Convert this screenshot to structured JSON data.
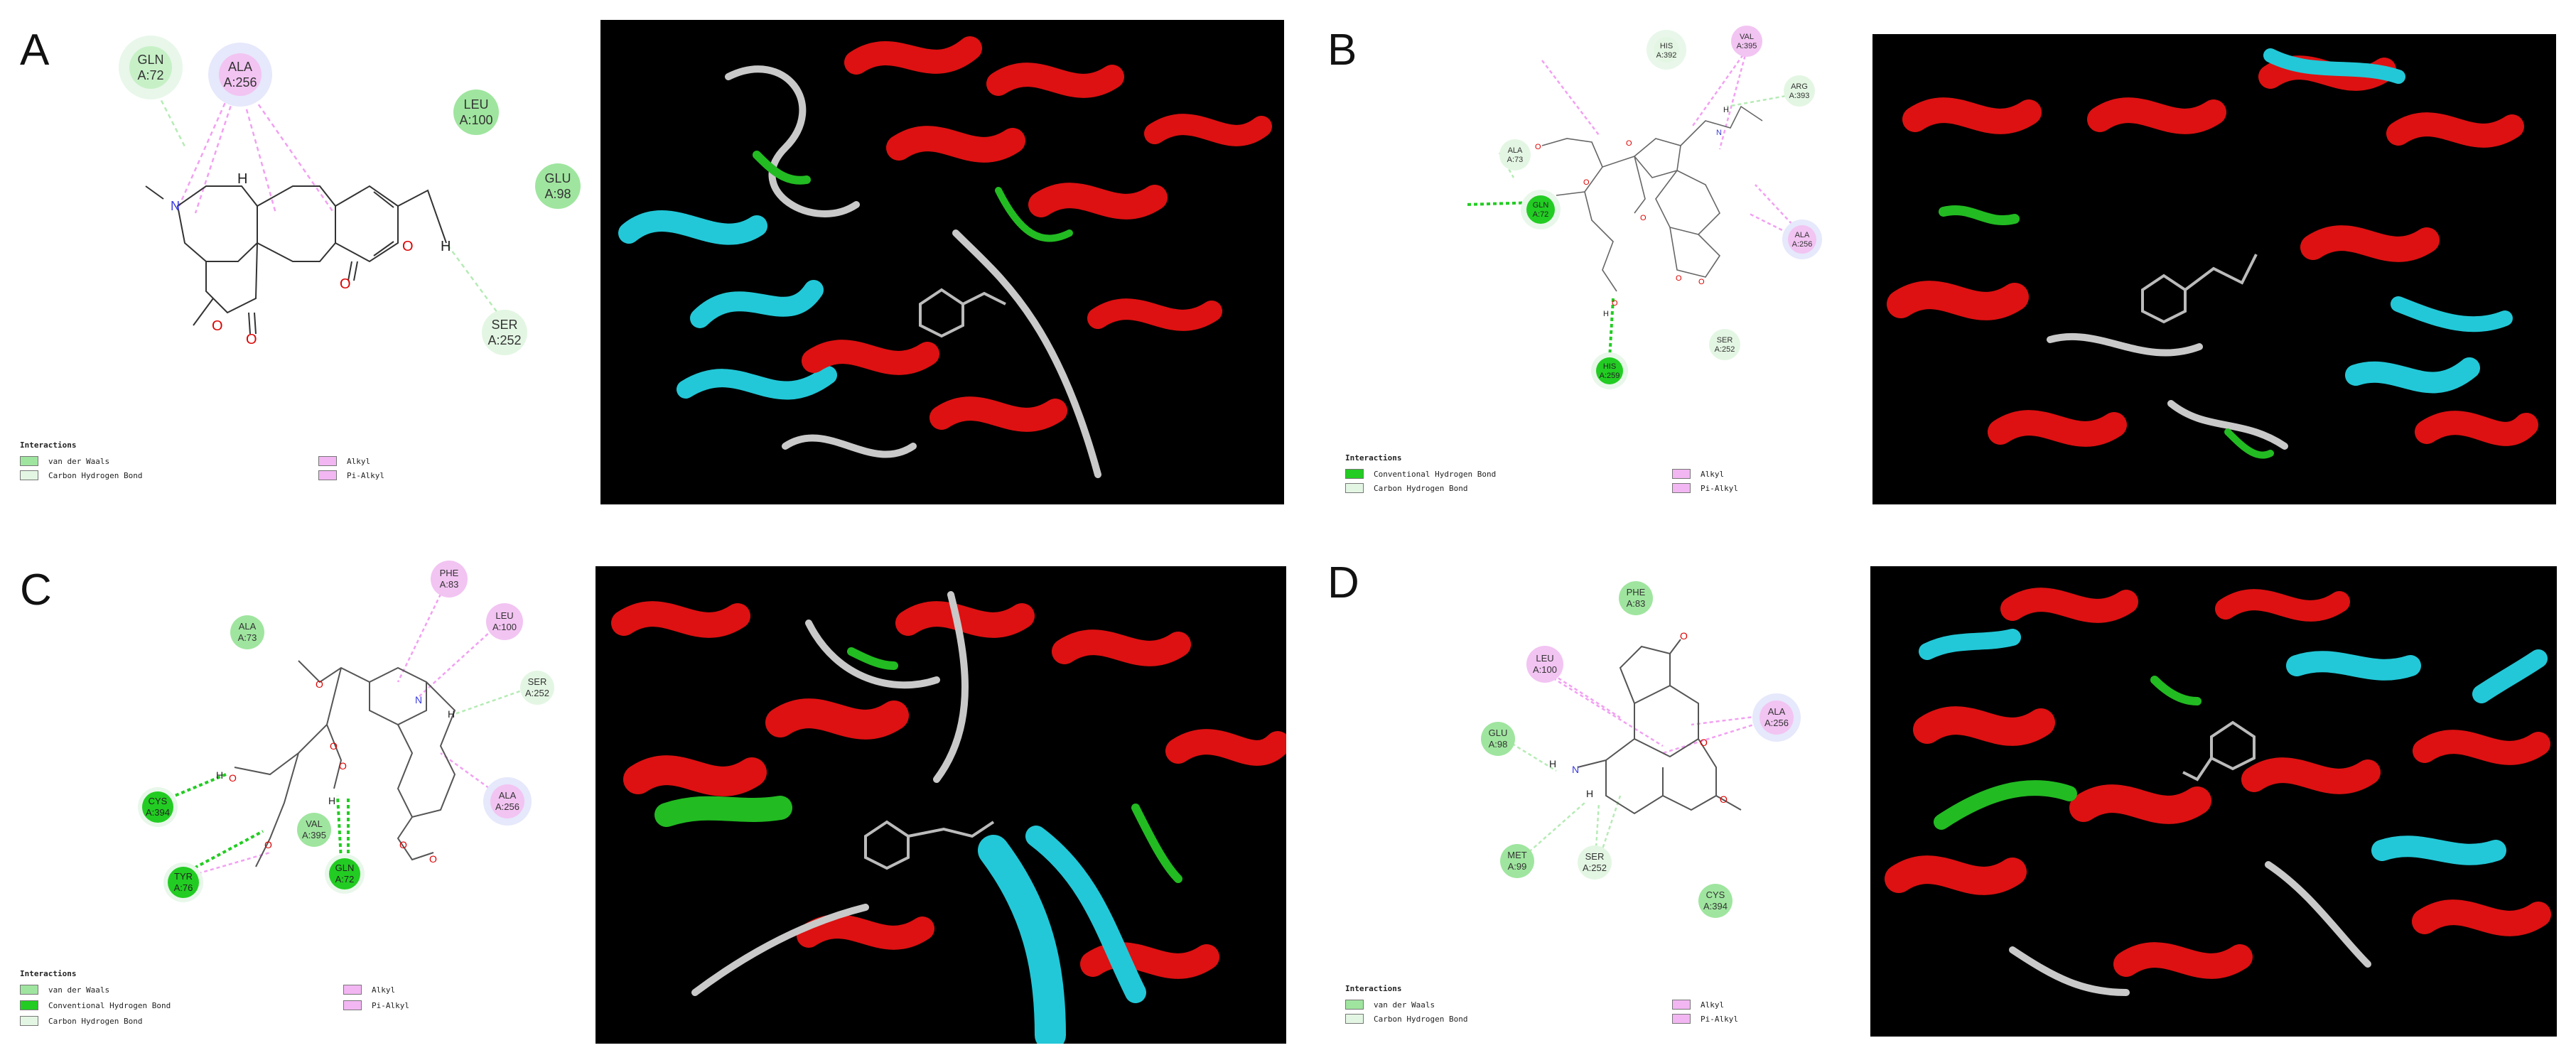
{
  "figure": {
    "panels": [
      {
        "letter": "A",
        "residues": [
          {
            "name": "GLN",
            "pos": "A:72",
            "type": "vdw"
          },
          {
            "name": "ALA",
            "pos": "A:256",
            "type": "alkyl"
          },
          {
            "name": "LEU",
            "pos": "A:100",
            "type": "vdw"
          },
          {
            "name": "GLU",
            "pos": "A:98",
            "type": "vdw"
          },
          {
            "name": "SER",
            "pos": "A:252",
            "type": "chb"
          }
        ],
        "atoms": [
          "N",
          "H",
          "O",
          "O",
          "O",
          "O",
          "H"
        ],
        "legend": {
          "title": "Interactions",
          "items": [
            {
              "label": "van der Waals",
              "color": "#9fe59f"
            },
            {
              "label": "Carbon Hydrogen Bond",
              "color": "#e3f6e3"
            },
            {
              "label": "Alkyl",
              "color": "#f2b6f2"
            },
            {
              "label": "Pi-Alkyl",
              "color": "#f2b6f2"
            }
          ]
        }
      },
      {
        "letter": "B",
        "residues": [
          {
            "name": "HIS",
            "pos": "A:392",
            "type": "chb"
          },
          {
            "name": "VAL",
            "pos": "A:395",
            "type": "alkyl"
          },
          {
            "name": "ARG",
            "pos": "A:393",
            "type": "chb"
          },
          {
            "name": "ALA",
            "pos": "A:73",
            "type": "chb"
          },
          {
            "name": "GLN",
            "pos": "A:72",
            "type": "hbond"
          },
          {
            "name": "ALA",
            "pos": "A:256",
            "type": "alkyl"
          },
          {
            "name": "SER",
            "pos": "A:252",
            "type": "chb"
          },
          {
            "name": "HIS",
            "pos": "A:259",
            "type": "hbond"
          }
        ],
        "atoms": [
          "O",
          "O",
          "O",
          "O",
          "O",
          "O",
          "O",
          "O",
          "N",
          "H",
          "H",
          "H"
        ],
        "legend": {
          "title": "Interactions",
          "items": [
            {
              "label": "Conventional Hydrogen Bond",
              "color": "#22cc22"
            },
            {
              "label": "Carbon Hydrogen Bond",
              "color": "#e3f6e3"
            },
            {
              "label": "Alkyl",
              "color": "#f2b6f2"
            },
            {
              "label": "Pi-Alkyl",
              "color": "#f2b6f2"
            }
          ]
        }
      },
      {
        "letter": "C",
        "residues": [
          {
            "name": "ALA",
            "pos": "A:73",
            "type": "vdw"
          },
          {
            "name": "PHE",
            "pos": "A:83",
            "type": "alkyl"
          },
          {
            "name": "LEU",
            "pos": "A:100",
            "type": "alkyl"
          },
          {
            "name": "SER",
            "pos": "A:252",
            "type": "chb"
          },
          {
            "name": "CYS",
            "pos": "A:394",
            "type": "hbond"
          },
          {
            "name": "VAL",
            "pos": "A:395",
            "type": "vdw"
          },
          {
            "name": "TYR",
            "pos": "A:76",
            "type": "hbond"
          },
          {
            "name": "GLN",
            "pos": "A:72",
            "type": "hbond"
          },
          {
            "name": "ALA",
            "pos": "A:256",
            "type": "alkyl"
          }
        ],
        "atoms": [
          "O",
          "O",
          "O",
          "O",
          "O",
          "O",
          "O",
          "N",
          "H",
          "H",
          "H"
        ],
        "legend": {
          "title": "Interactions",
          "items": [
            {
              "label": "van der Waals",
              "color": "#9fe59f"
            },
            {
              "label": "Conventional Hydrogen Bond",
              "color": "#22cc22"
            },
            {
              "label": "Carbon Hydrogen Bond",
              "color": "#e3f6e3"
            },
            {
              "label": "Alkyl",
              "color": "#f2b6f2"
            },
            {
              "label": "Pi-Alkyl",
              "color": "#f2b6f2"
            }
          ]
        }
      },
      {
        "letter": "D",
        "residues": [
          {
            "name": "PHE",
            "pos": "A:83",
            "type": "vdw"
          },
          {
            "name": "LEU",
            "pos": "A:100",
            "type": "alkyl"
          },
          {
            "name": "ALA",
            "pos": "A:256",
            "type": "alkyl"
          },
          {
            "name": "GLU",
            "pos": "A:98",
            "type": "vdw"
          },
          {
            "name": "MET",
            "pos": "A:99",
            "type": "vdw"
          },
          {
            "name": "SER",
            "pos": "A:252",
            "type": "chb"
          },
          {
            "name": "CYS",
            "pos": "A:394",
            "type": "vdw"
          }
        ],
        "atoms": [
          "N",
          "H",
          "H",
          "O",
          "O",
          "O"
        ],
        "legend": {
          "title": "Interactions",
          "items": [
            {
              "label": "van der Waals",
              "color": "#9fe59f"
            },
            {
              "label": "Carbon Hydrogen Bond",
              "color": "#e3f6e3"
            },
            {
              "label": "Alkyl",
              "color": "#f2b6f2"
            },
            {
              "label": "Pi-Alkyl",
              "color": "#f2b6f2"
            }
          ]
        }
      }
    ],
    "colors": {
      "vdw": "#9fe59f",
      "hbond": "#22cc22",
      "chb": "#e3f6e3",
      "alkyl": "#f2b6f2",
      "halo_green": "#e8f7ea",
      "halo_blue": "#e6e8fb",
      "helix": "#dd1111",
      "strand": "#22c8d8",
      "coil": "#c9c9c9",
      "turn": "#22bb22",
      "background_3d": "#000000"
    }
  }
}
